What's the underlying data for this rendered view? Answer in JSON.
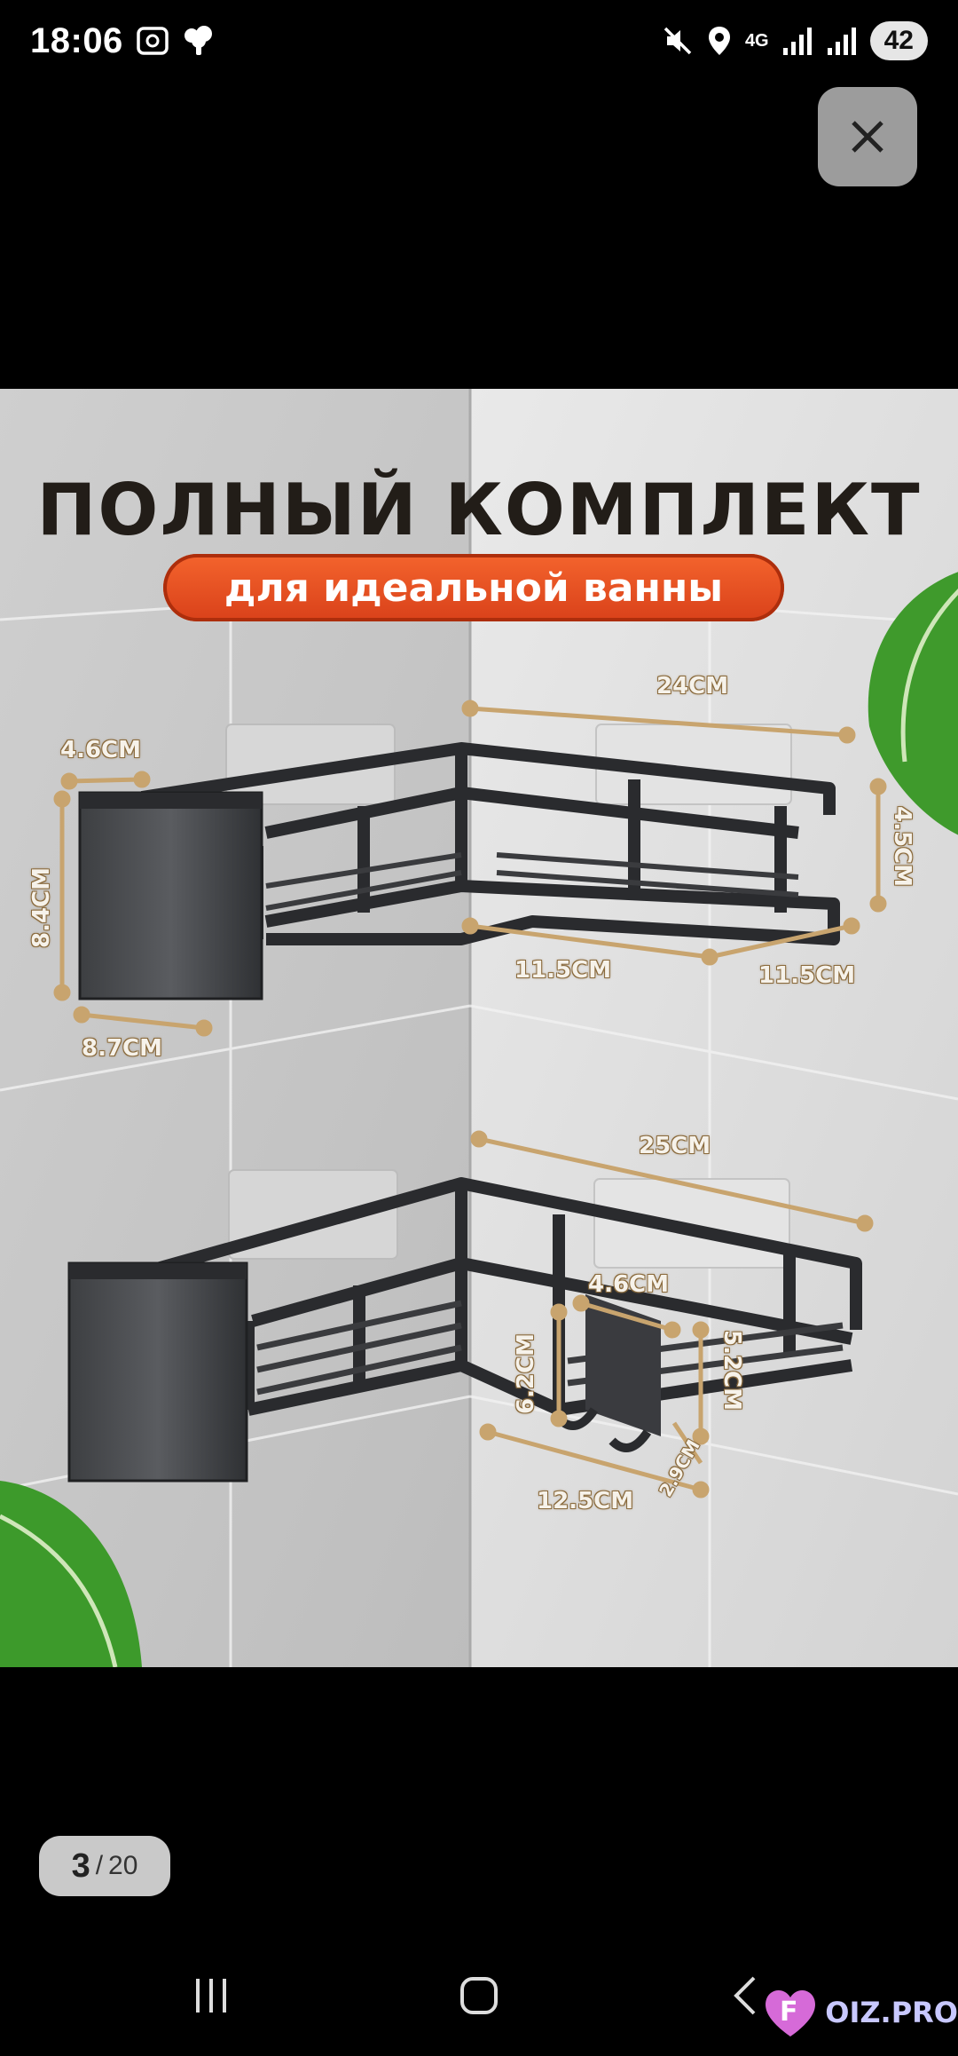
{
  "status_bar": {
    "time": "18:06",
    "battery": "42",
    "network": "4G"
  },
  "viewer": {
    "close_icon": "close-icon",
    "page_current": "3",
    "page_separator": "/",
    "page_total": "20"
  },
  "product_image": {
    "headline": "ПОЛНЫЙ КОМПЛЕКТ",
    "subtitle": "для идеальной ванны",
    "colors": {
      "accent": "#e8521f",
      "headline": "#221d18",
      "dimension_line": "#c8a46e"
    },
    "dimensions": {
      "top_width": "24CM",
      "top_cup_width": "4.6CM",
      "top_cup_height": "8.4CM",
      "top_cup_depth": "8.7CM",
      "top_rail_height": "4.5CM",
      "top_side_left": "11.5CM",
      "top_side_right": "11.5CM",
      "bottom_width": "25CM",
      "hook_width": "4.6CM",
      "hook_height_left": "6.2CM",
      "hook_height_right": "5.2CM",
      "hook_depth": "2.9CM",
      "bottom_side": "12.5CM"
    }
  },
  "nav_bar": {
    "recent_icon": "recent-apps-icon",
    "home_icon": "home-icon",
    "back_icon": "back-icon"
  },
  "watermark": {
    "text": "OIZ.PRO",
    "logo_letter": "F"
  }
}
